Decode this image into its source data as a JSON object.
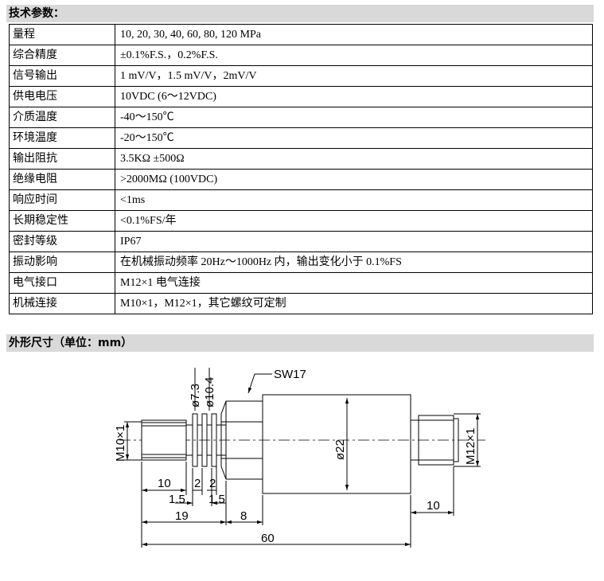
{
  "spec_section": {
    "title": "技术参数：",
    "rows": [
      {
        "label": "量程",
        "value": "10, 20, 30, 40, 60, 80, 120 MPa"
      },
      {
        "label": "综合精度",
        "value": "±0.1%F.S.，0.2%F.S."
      },
      {
        "label": "信号输出",
        "value": "1 mV/V，1.5 mV/V，2mV/V"
      },
      {
        "label": "供电电压",
        "value": "10VDC (6～12VDC)"
      },
      {
        "label": "介质温度",
        "value": "-40～150℃"
      },
      {
        "label": "环境温度",
        "value": "-20～150℃"
      },
      {
        "label": "输出阻抗",
        "value": "3.5KΩ ±500Ω"
      },
      {
        "label": "绝缘电阻",
        "value": ">2000MΩ (100VDC)"
      },
      {
        "label": "响应时间",
        "value": "<1ms"
      },
      {
        "label": "长期稳定性",
        "value": "<0.1%FS/年"
      },
      {
        "label": "密封等级",
        "value": "IP67"
      },
      {
        "label": "振动影响",
        "value": "在机械振动频率 20Hz～1000Hz 内，输出变化小于 0.1%FS"
      },
      {
        "label": "电气接口",
        "value": "M12×1 电气连接"
      },
      {
        "label": "机械连接",
        "value": "M10×1，M12×1，其它螺纹可定制"
      }
    ]
  },
  "dimension_section": {
    "title": "外形尺寸（单位：mm）",
    "labels": {
      "sw": "SW17",
      "d73": "ø7.3",
      "d104": "ø10.4",
      "d22": "ø22",
      "m10": "M10×1",
      "m12": "M12×1",
      "l10_left": "10",
      "l2a": "2",
      "l2b": "2",
      "l15a": "1.5",
      "l15b": "1.5",
      "l19": "19",
      "l8": "8",
      "l10_right": "10",
      "l60": "60"
    }
  }
}
